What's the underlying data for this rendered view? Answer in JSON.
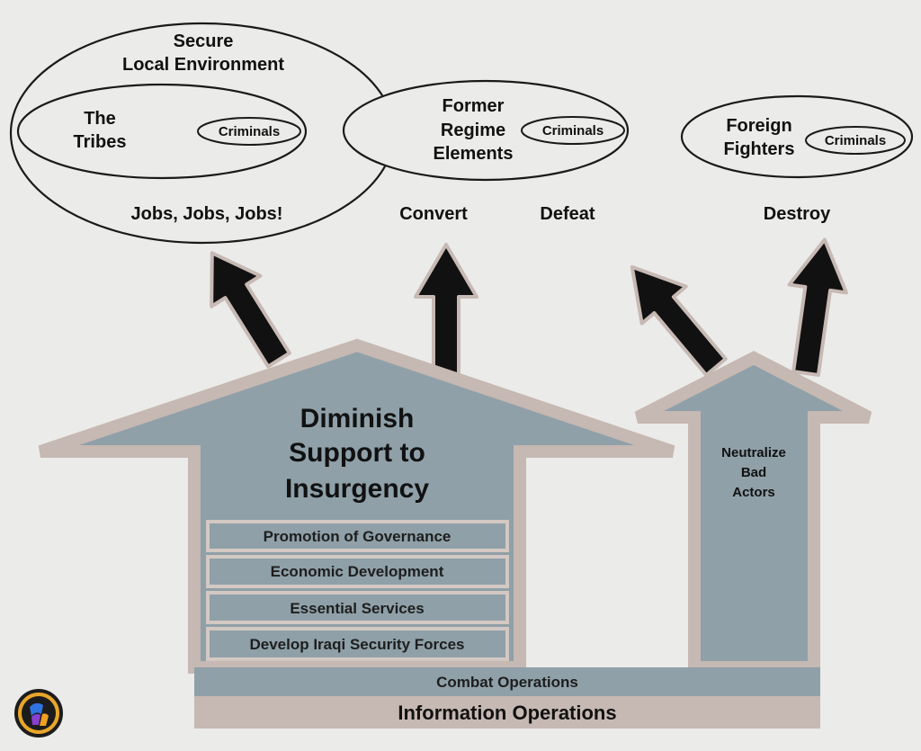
{
  "groups": {
    "local": {
      "title_1": "Secure",
      "title_2": "Local Environment",
      "tribes_1": "The",
      "tribes_2": "Tribes",
      "criminals": "Criminals",
      "slogan": "Jobs, Jobs, Jobs!"
    },
    "fre": {
      "line_1": "Former",
      "line_2": "Regime",
      "line_3": "Elements",
      "criminals": "Criminals"
    },
    "foreign": {
      "line_1": "Foreign",
      "line_2": "Fighters",
      "criminals": "Criminals"
    }
  },
  "actions": {
    "convert": "Convert",
    "defeat": "Defeat",
    "destroy": "Destroy"
  },
  "main_arrow": {
    "line_1": "Diminish",
    "line_2": "Support to",
    "line_3": "Insurgency"
  },
  "pillars": [
    "Promotion of Governance",
    "Economic Development",
    "Essential Services",
    "Develop Iraqi Security Forces"
  ],
  "side_arrow": {
    "line_1": "Neutralize",
    "line_2": "Bad",
    "line_3": "Actors"
  },
  "base": {
    "combat": "Combat Operations",
    "info": "Information Operations"
  },
  "colors": {
    "background": "#ebebe9",
    "fill_slate": "#8fa0a8",
    "outline": "#c6b8b2",
    "arrow": "#111111"
  },
  "icons": {
    "logo": "app-logo-icon"
  }
}
